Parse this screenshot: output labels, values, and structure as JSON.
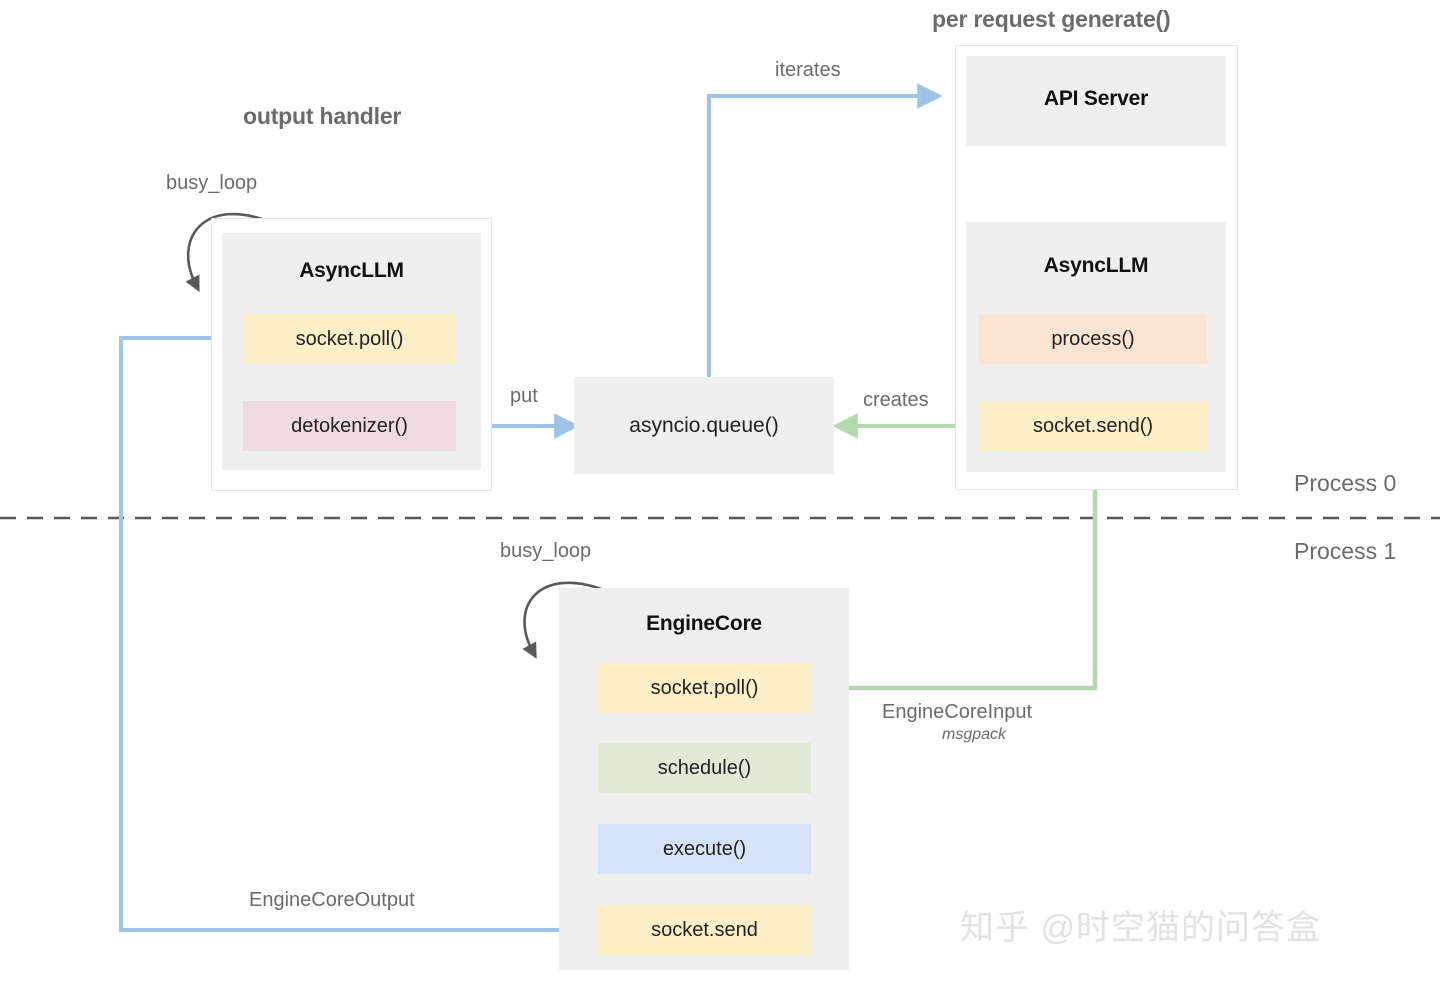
{
  "diagram": {
    "title_left": "output handler",
    "title_right": "per request generate()",
    "process_top": "Process 0",
    "process_bottom": "Process 1",
    "watermark": "知乎 @时空猫的问答盒"
  },
  "nodes": {
    "api_server": {
      "title": "API Server"
    },
    "async_llm_right": {
      "title": "AsyncLLM",
      "chips": [
        {
          "label": "process()",
          "color": "#fce4d2"
        },
        {
          "label": "socket.send()",
          "color": "#fdf0c8"
        }
      ]
    },
    "async_llm_left": {
      "title": "AsyncLLM",
      "chips": [
        {
          "label": "socket.poll()",
          "color": "#fdf0c8"
        },
        {
          "label": "detokenizer()",
          "color": "#f1dbe3"
        }
      ]
    },
    "asyncio_queue": {
      "label": "asyncio.queue()"
    },
    "engine_core": {
      "title": "EngineCore",
      "chips": [
        {
          "label": "socket.poll()",
          "color": "#fdf0c8"
        },
        {
          "label": "schedule()",
          "color": "#dfead7"
        },
        {
          "label": "execute()",
          "color": "#d5e2f9"
        },
        {
          "label": "socket.send",
          "color": "#fdf0c8"
        }
      ]
    }
  },
  "edges": {
    "iterates": "iterates",
    "put": "put",
    "creates": "creates",
    "busy_loop_left": "busy_loop",
    "busy_loop_engine": "busy_loop",
    "engine_core_input": "EngineCoreInput",
    "engine_core_input_sub": "msgpack",
    "engine_core_output": "EngineCoreOutput"
  },
  "colors": {
    "blue_edge": "#9dc3e6",
    "green_edge": "#b5d9ae",
    "grey_edge": "#595959",
    "box_grey": "#efefef",
    "frame_border": "#e3e3e3",
    "text_grey": "#6b6b6b"
  }
}
